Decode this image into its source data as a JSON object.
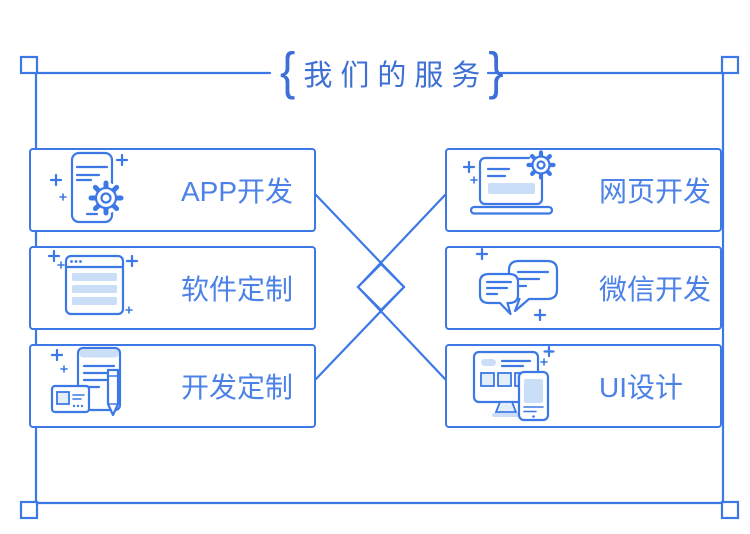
{
  "header": {
    "left_brace": "{",
    "title": "我们的服务",
    "right_brace": "}"
  },
  "services": {
    "left": [
      {
        "label": "APP开发",
        "icon": "phone-gear-icon"
      },
      {
        "label": "软件定制",
        "icon": "software-window-icon"
      },
      {
        "label": "开发定制",
        "icon": "notepad-pen-icon"
      }
    ],
    "right": [
      {
        "label": "网页开发",
        "icon": "laptop-gear-icon"
      },
      {
        "label": "微信开发",
        "icon": "chat-bubbles-icon"
      },
      {
        "label": "UI设计",
        "icon": "devices-icon"
      }
    ]
  },
  "colors": {
    "line_blue": "#3C78E6",
    "label_blue": "#4C82E8",
    "title_blue": "#3D6FD6",
    "light_fill": "#CBDEF8",
    "lighter_fill": "#E3EEFB"
  }
}
